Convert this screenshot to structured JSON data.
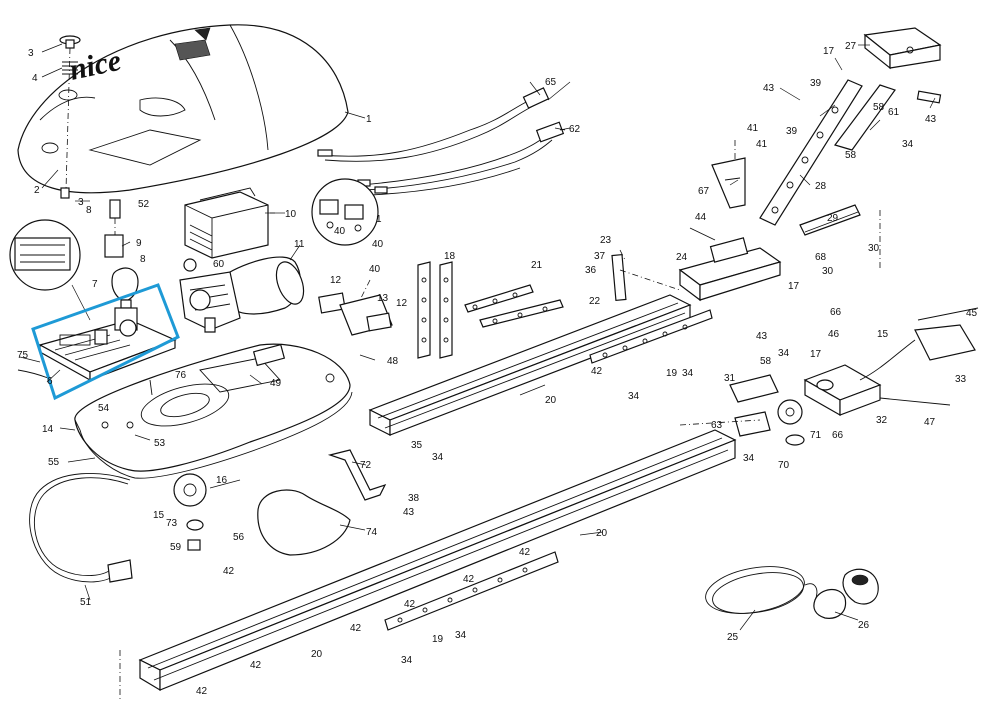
{
  "brand_logo": "nice",
  "highlight_color": "#1e9ad6",
  "callouts": [
    {
      "id": "p3a",
      "text": "3"
    },
    {
      "id": "p4",
      "text": "4"
    },
    {
      "id": "p2",
      "text": "2"
    },
    {
      "id": "p3b",
      "text": "3"
    },
    {
      "id": "p1a",
      "text": "1"
    },
    {
      "id": "p65",
      "text": "65"
    },
    {
      "id": "p62",
      "text": "62"
    },
    {
      "id": "p17a",
      "text": "17"
    },
    {
      "id": "p27",
      "text": "27"
    },
    {
      "id": "p43a",
      "text": "43"
    },
    {
      "id": "p39a",
      "text": "39"
    },
    {
      "id": "p39b",
      "text": "39"
    },
    {
      "id": "p58a",
      "text": "58"
    },
    {
      "id": "p61",
      "text": "61"
    },
    {
      "id": "p43b",
      "text": "43"
    },
    {
      "id": "p58b",
      "text": "58"
    },
    {
      "id": "p34a",
      "text": "34"
    },
    {
      "id": "p41a",
      "text": "41"
    },
    {
      "id": "p41b",
      "text": "41"
    },
    {
      "id": "p67",
      "text": "67"
    },
    {
      "id": "p28",
      "text": "28"
    },
    {
      "id": "p8a",
      "text": "8"
    },
    {
      "id": "p52",
      "text": "52"
    },
    {
      "id": "p10",
      "text": "10"
    },
    {
      "id": "p1b",
      "text": "1"
    },
    {
      "id": "p40a",
      "text": "40"
    },
    {
      "id": "p40b",
      "text": "40"
    },
    {
      "id": "p9",
      "text": "9"
    },
    {
      "id": "p8b",
      "text": "8"
    },
    {
      "id": "p11",
      "text": "11"
    },
    {
      "id": "p60",
      "text": "60"
    },
    {
      "id": "p7",
      "text": "7"
    },
    {
      "id": "p40c",
      "text": "40"
    },
    {
      "id": "p12a",
      "text": "12"
    },
    {
      "id": "p13",
      "text": "13"
    },
    {
      "id": "p12b",
      "text": "12"
    },
    {
      "id": "p18",
      "text": "18"
    },
    {
      "id": "p21",
      "text": "21"
    },
    {
      "id": "p23",
      "text": "23"
    },
    {
      "id": "p37",
      "text": "37"
    },
    {
      "id": "p36",
      "text": "36"
    },
    {
      "id": "p22",
      "text": "22"
    },
    {
      "id": "p44",
      "text": "44"
    },
    {
      "id": "p24",
      "text": "24"
    },
    {
      "id": "p29",
      "text": "29"
    },
    {
      "id": "p68",
      "text": "68"
    },
    {
      "id": "p30a",
      "text": "30"
    },
    {
      "id": "p30b",
      "text": "30"
    },
    {
      "id": "p17b",
      "text": "17"
    },
    {
      "id": "p75",
      "text": "75"
    },
    {
      "id": "p6",
      "text": "6"
    },
    {
      "id": "p76",
      "text": "76"
    },
    {
      "id": "p48",
      "text": "48"
    },
    {
      "id": "p49",
      "text": "49"
    },
    {
      "id": "p66a",
      "text": "66"
    },
    {
      "id": "p46",
      "text": "46"
    },
    {
      "id": "p15a",
      "text": "15"
    },
    {
      "id": "p45",
      "text": "45"
    },
    {
      "id": "p17c",
      "text": "17"
    },
    {
      "id": "p33",
      "text": "33"
    },
    {
      "id": "p43c",
      "text": "43"
    },
    {
      "id": "p58c",
      "text": "58"
    },
    {
      "id": "p34b",
      "text": "34"
    },
    {
      "id": "p42a",
      "text": "42"
    },
    {
      "id": "p19a",
      "text": "19"
    },
    {
      "id": "p34c",
      "text": "34"
    },
    {
      "id": "p31",
      "text": "31"
    },
    {
      "id": "p32",
      "text": "32"
    },
    {
      "id": "p47",
      "text": "47"
    },
    {
      "id": "p20a",
      "text": "20"
    },
    {
      "id": "p34d",
      "text": "34"
    },
    {
      "id": "p54",
      "text": "54"
    },
    {
      "id": "p14",
      "text": "14"
    },
    {
      "id": "p53",
      "text": "53"
    },
    {
      "id": "p55",
      "text": "55"
    },
    {
      "id": "p35",
      "text": "35"
    },
    {
      "id": "p34e",
      "text": "34"
    },
    {
      "id": "p63",
      "text": "63"
    },
    {
      "id": "p71",
      "text": "71"
    },
    {
      "id": "p66b",
      "text": "66"
    },
    {
      "id": "p34f",
      "text": "34"
    },
    {
      "id": "p70",
      "text": "70"
    },
    {
      "id": "p72",
      "text": "72"
    },
    {
      "id": "p16",
      "text": "16"
    },
    {
      "id": "p15b",
      "text": "15"
    },
    {
      "id": "p73",
      "text": "73"
    },
    {
      "id": "p38",
      "text": "38"
    },
    {
      "id": "p43d",
      "text": "43"
    },
    {
      "id": "p74",
      "text": "74"
    },
    {
      "id": "p59",
      "text": "59"
    },
    {
      "id": "p56",
      "text": "56"
    },
    {
      "id": "p42b",
      "text": "42"
    },
    {
      "id": "p51",
      "text": "51"
    },
    {
      "id": "p20b",
      "text": "20"
    },
    {
      "id": "p42c",
      "text": "42"
    },
    {
      "id": "p42d",
      "text": "42"
    },
    {
      "id": "p42e",
      "text": "42"
    },
    {
      "id": "p42f",
      "text": "42"
    },
    {
      "id": "p34g",
      "text": "34"
    },
    {
      "id": "p19b",
      "text": "19"
    },
    {
      "id": "p34h",
      "text": "34"
    },
    {
      "id": "p20c",
      "text": "20"
    },
    {
      "id": "p42g",
      "text": "42"
    },
    {
      "id": "p42h",
      "text": "42"
    },
    {
      "id": "p25",
      "text": "25"
    },
    {
      "id": "p26",
      "text": "26"
    }
  ]
}
